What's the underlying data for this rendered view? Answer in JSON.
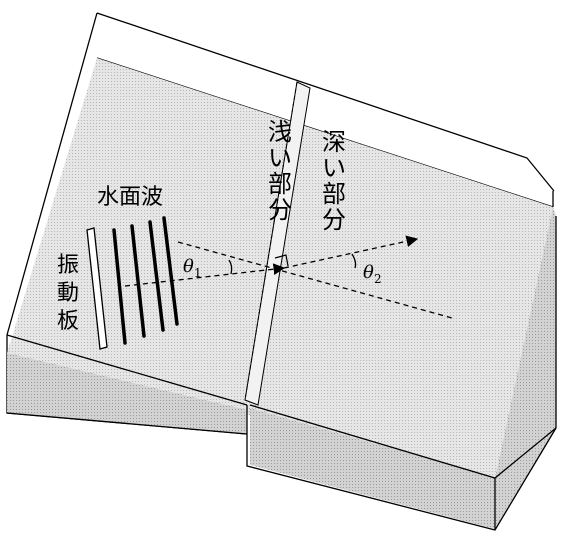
{
  "labels": {
    "shallow_part": [
      "浅",
      "い",
      "部",
      "分"
    ],
    "deep_part": [
      "深",
      "い",
      "部",
      "分"
    ],
    "water_wave": "水面波",
    "vibrating_plate": [
      "振",
      "動",
      "板"
    ],
    "theta1": {
      "symbol": "θ",
      "sub": "1"
    },
    "theta2": {
      "symbol": "θ",
      "sub": "2"
    }
  },
  "colors": {
    "water_surface": "#e4e4e4",
    "water_front": "#cfcfcf",
    "line": "#000000",
    "background": "#ffffff"
  }
}
